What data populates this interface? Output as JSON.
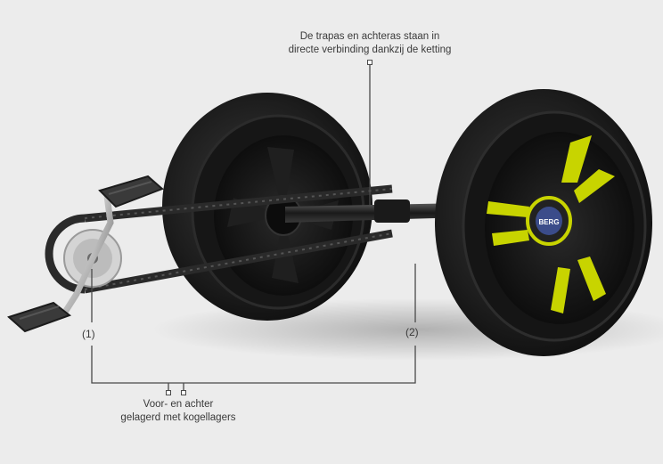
{
  "annotations": {
    "top_line1": "De trapas en achteras staan in",
    "top_line2": "directe verbinding dankzij de ketting",
    "marker_1": "(1)",
    "marker_2": "(2)",
    "bottom_line1": "Voor- en achter",
    "bottom_line2": "gelagerd met kogellagers"
  },
  "hub_logo": "BERG",
  "colors": {
    "background": "#ececec",
    "tire": "#1c1c1c",
    "rim": "#141414",
    "accent": "#c8d400",
    "chain": "#2a2a2a",
    "leader_line": "#4a4a4a"
  }
}
